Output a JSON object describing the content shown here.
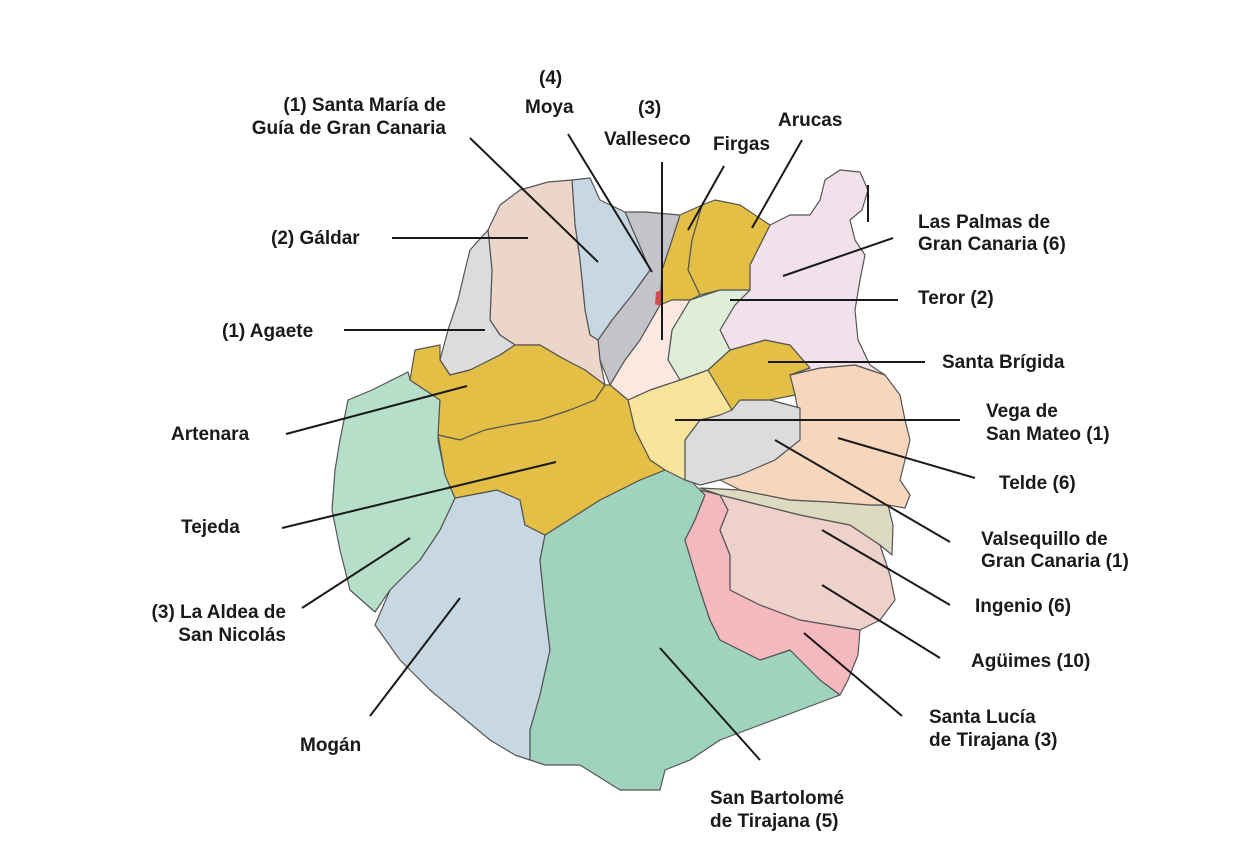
{
  "map": {
    "labels": {
      "moya_count": "(4)",
      "moya": "Moya",
      "valleseco_count": "(3)",
      "valleseco": "Valleseco",
      "firgas": "Firgas",
      "arucas": "Arucas",
      "guia_l1": "(1) Santa María de",
      "guia_l2": "Guía de Gran Canaria",
      "galdar": "(2) Gáldar",
      "agaete": "(1) Agaete",
      "artenara": "Artenara",
      "tejeda": "Tejeda",
      "aldea_l1": "(3) La Aldea de",
      "aldea_l2": "San Nicolás",
      "mogan": "Mogán",
      "bartolome_l1": "San Bartolomé",
      "bartolome_l2": "de Tirajana (5)",
      "laspalmas_l1": "Las Palmas de",
      "laspalmas_l2": "Gran Canaria (6)",
      "teror": "Teror (2)",
      "brigida": "Santa Brígida",
      "vega_l1": "Vega de",
      "vega_l2": "San Mateo (1)",
      "telde": "Telde (6)",
      "valsequillo_l1": "Valsequillo de",
      "valsequillo_l2": "Gran Canaria (1)",
      "ingenio": "Ingenio (6)",
      "aguimes": "Agüimes (10)",
      "lucia_l1": "Santa Lucía",
      "lucia_l2": "de Tirajana (3)"
    },
    "colors": {
      "gold": "#e3bf45",
      "light_gold": "#f8e49b",
      "pink_light": "#f1e1ea",
      "peach": "#f6d6bd",
      "rose": "#f4b8bf",
      "mint": "#b6dfc9",
      "teal": "#9fd3bd",
      "blue_gray": "#c7d8e2",
      "gray": "#dcdcdc",
      "gray_dark": "#c3c3c8",
      "salmon_light": "#ecd6c9",
      "khaki": "#dcdbc2",
      "light_green": "#dfeed9",
      "cream": "#fbe8e0",
      "soft_pink": "#efd1cc"
    }
  }
}
